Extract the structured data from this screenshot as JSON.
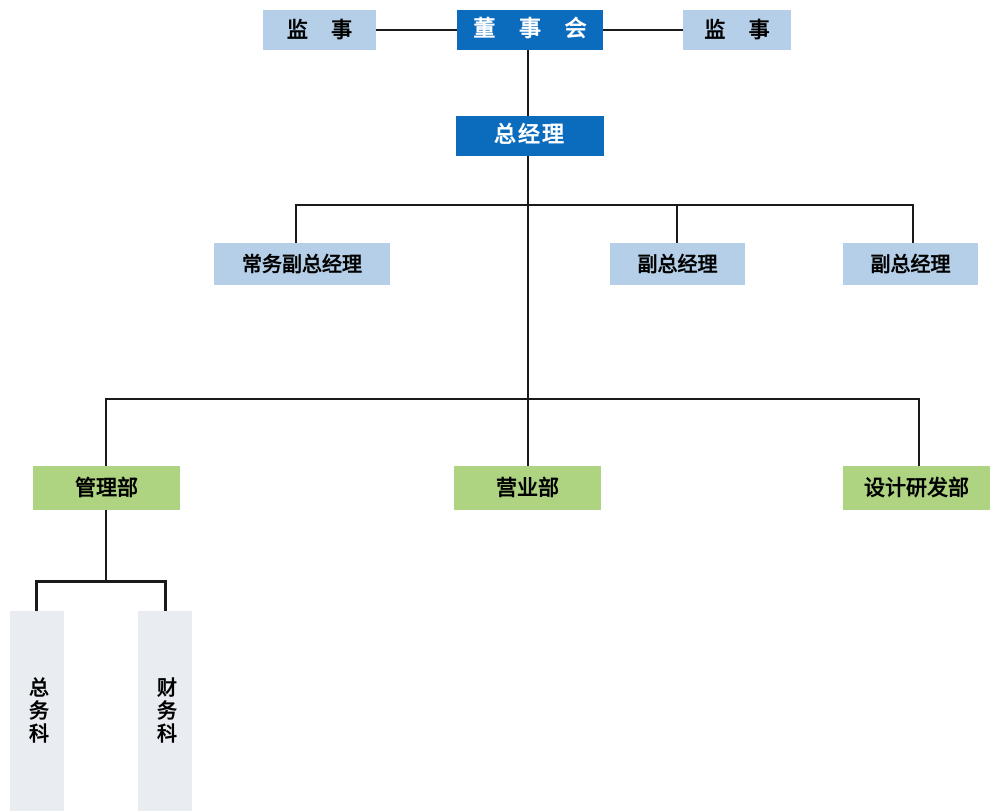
{
  "chart_title": "",
  "colors": {
    "board_fill": "#0b6cbd",
    "board_text": "#ffffff",
    "exec_fill": "#b4cfe7",
    "exec_text": "#000000",
    "dept_fill": "#aed481",
    "dept_text": "#000000",
    "section_fill": "#e9edf1",
    "section_text": "#000000",
    "connector": "#1a1a1a",
    "background": "#ffffff"
  },
  "nodes": {
    "supervisor_left": {
      "label": "监 事",
      "level": "supervisor"
    },
    "board": {
      "label": "董 事 会",
      "level": "board"
    },
    "supervisor_right": {
      "label": "监 事",
      "level": "supervisor"
    },
    "general_manager": {
      "label": "总经理",
      "level": "executive"
    },
    "exec_deputy_gm": {
      "label": "常务副总经理",
      "level": "deputy"
    },
    "deputy_gm_1": {
      "label": "副总经理",
      "level": "deputy"
    },
    "deputy_gm_2": {
      "label": "副总经理",
      "level": "deputy"
    },
    "dept_management": {
      "label": "管理部",
      "level": "department"
    },
    "dept_sales": {
      "label": "营业部",
      "level": "department"
    },
    "dept_design_rd": {
      "label": "设计研发部",
      "level": "department"
    },
    "section_general_affairs": {
      "label": "总务科",
      "level": "section"
    },
    "section_finance": {
      "label": "财务科",
      "level": "section"
    }
  }
}
